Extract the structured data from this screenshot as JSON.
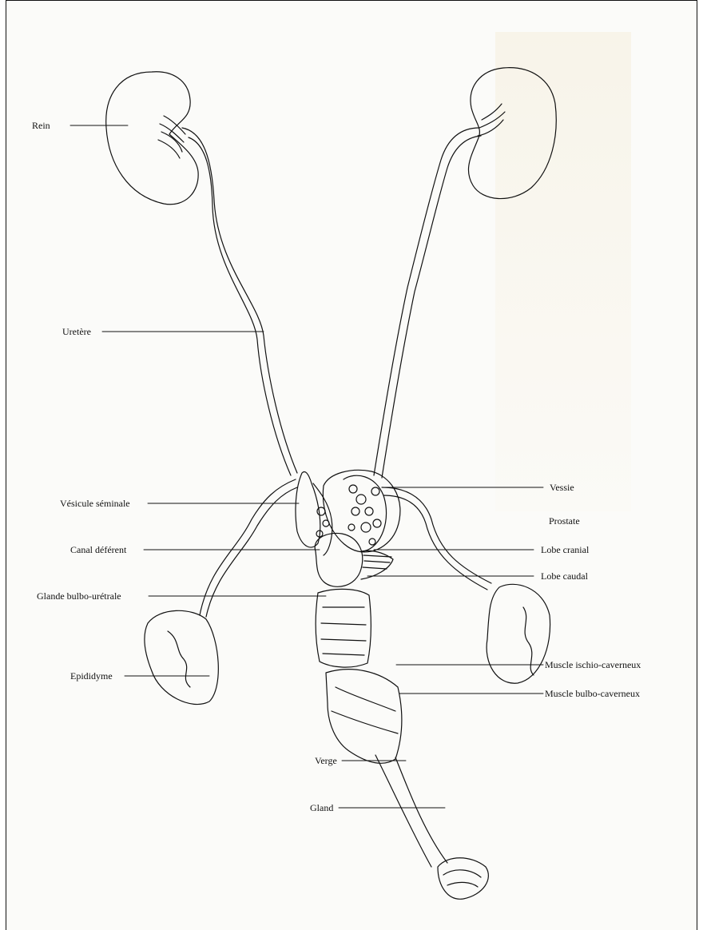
{
  "labels": {
    "rein": "Rein",
    "uretere": "Uretère",
    "vesicule_seminale": "Vésicule séminale",
    "canal_deferent": "Canal déférent",
    "glande_bulbo_uretrale": "Glande bulbo-urétrale",
    "epididyme": "Epididyme",
    "verge": "Verge",
    "gland": "Gland",
    "vessie": "Vessie",
    "prostate": "Prostate",
    "lobe_cranial": "Lobe cranial",
    "lobe_caudal": "Lobe caudal",
    "muscle_ischio_caverneux": "Muscle ischio-caverneux",
    "muscle_bulbo_caverneux": "Muscle bulbo-caverneux"
  },
  "colors": {
    "ink": "#111111",
    "paper": "#fbfbf9"
  }
}
